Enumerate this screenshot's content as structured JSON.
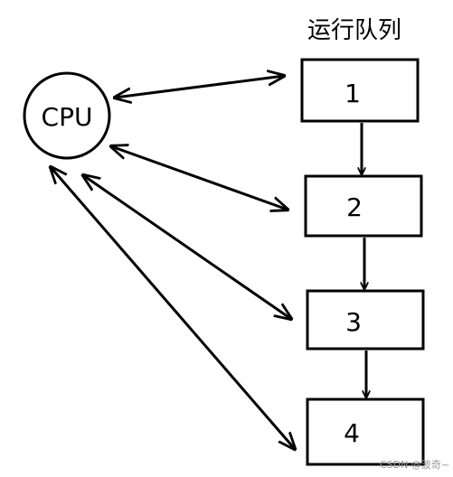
{
  "diagram": {
    "title": "运行队列",
    "cpu_label": "CPU",
    "queue": [
      "1",
      "2",
      "3",
      "4"
    ],
    "watermark": "CSDN @波奇~",
    "stroke_color": "#000000",
    "background": "#ffffff"
  }
}
